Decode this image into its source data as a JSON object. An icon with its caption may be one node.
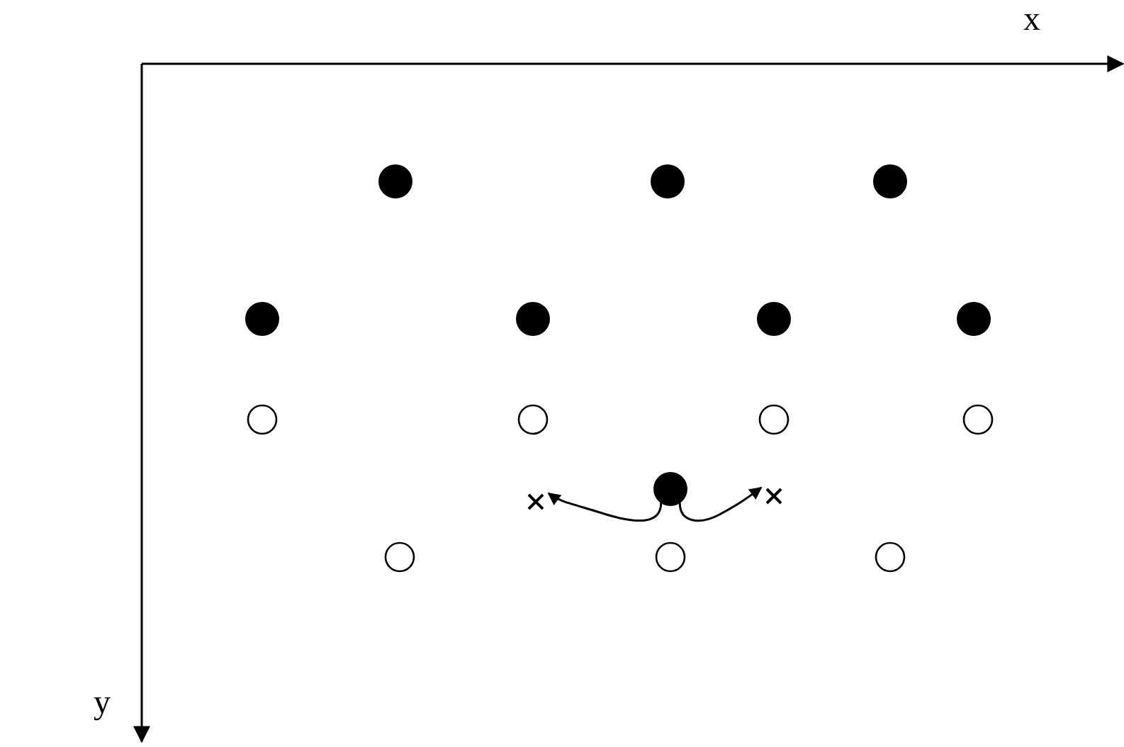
{
  "diagram": {
    "nodes": [
      {
        "text": [],
        "shape": "dot"
      },
      {
        "text": [],
        "shape": "dot"
      },
      {
        "text": [],
        "shape": "dot"
      },
      {
        "text": [],
        "shape": "dot"
      },
      {
        "text": [],
        "shape": "dot"
      },
      {
        "text": [],
        "shape": "dot"
      },
      {
        "text": [],
        "shape": "dot"
      },
      {
        "text": [],
        "shape": "circle"
      },
      {
        "text": [],
        "shape": "circle"
      },
      {
        "text": [],
        "shape": "circle"
      },
      {
        "text": [],
        "shape": "circle"
      },
      {
        "text": [],
        "shape": "cross"
      },
      {
        "text": [],
        "shape": "dot"
      },
      {
        "text": [],
        "shape": "cross"
      },
      {
        "text": [],
        "shape": "circle"
      },
      {
        "text": [],
        "shape": "circle"
      },
      {
        "text": [],
        "shape": "circle"
      }
    ],
    "edges": [
      {
        "from": 12,
        "to": 11,
        "arrow": "to"
      },
      {
        "from": 12,
        "to": 13,
        "arrow": "to"
      }
    ],
    "labels": [
      "x",
      "y"
    ]
  }
}
